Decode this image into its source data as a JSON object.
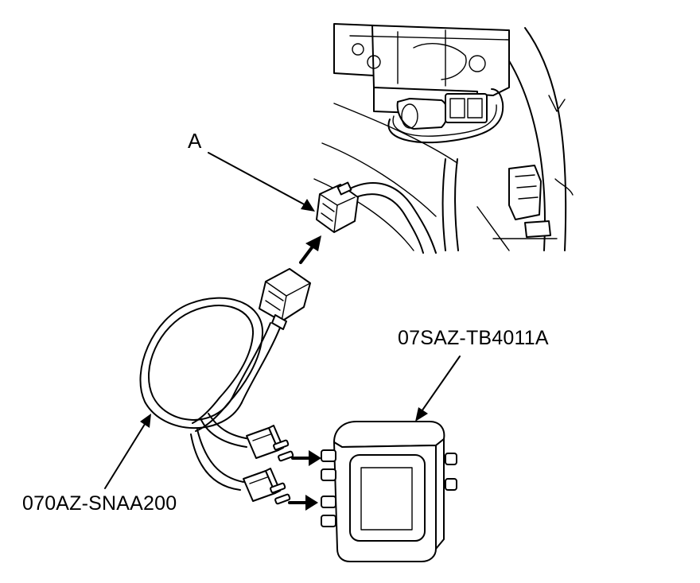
{
  "callouts": {
    "connector_a": "A",
    "control_box_part_number": "07SAZ-TB4011A",
    "harness_part_number": "070AZ-SNAA200"
  }
}
